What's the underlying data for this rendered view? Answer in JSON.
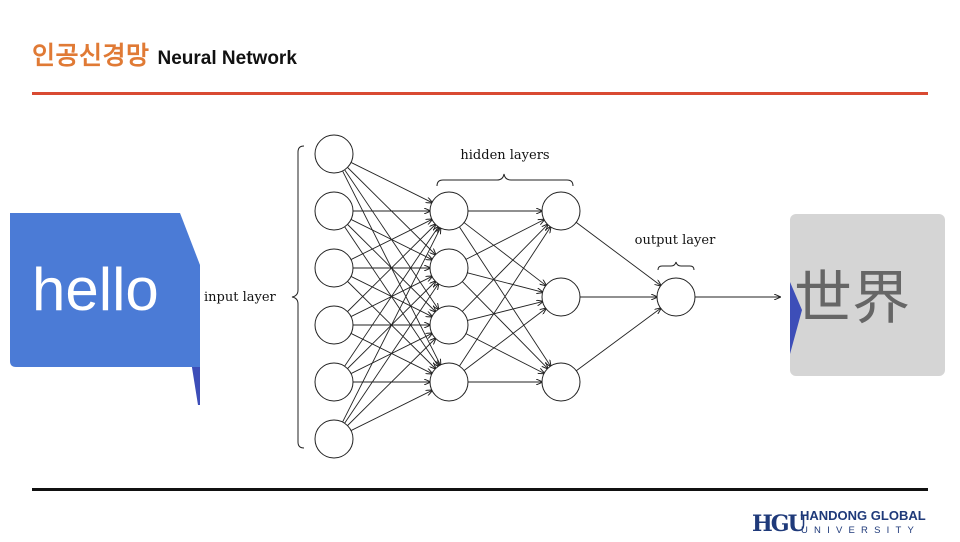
{
  "slide": {
    "title_korean": "인공신경망",
    "title_english": "Neural Network"
  },
  "network": {
    "input_label": "input layer",
    "hidden_label": "hidden layers",
    "output_label": "output layer",
    "layer_sizes": [
      6,
      4,
      3,
      1
    ]
  },
  "hello_card": {
    "text": "hello",
    "color": "#4b7bd6",
    "accent_color": "#3d4eb8"
  },
  "world_card": {
    "text": "世界",
    "color": "#d5d5d5",
    "text_color": "#666666"
  },
  "logo": {
    "mark": "HGU",
    "line1": "HANDONG GLOBAL",
    "line2": "UNIVERSITY"
  },
  "colors": {
    "title_accent": "#e07a35",
    "top_rule": "#d94a32",
    "bottom_rule": "#111111",
    "logo_blue": "#1f3a7a"
  }
}
